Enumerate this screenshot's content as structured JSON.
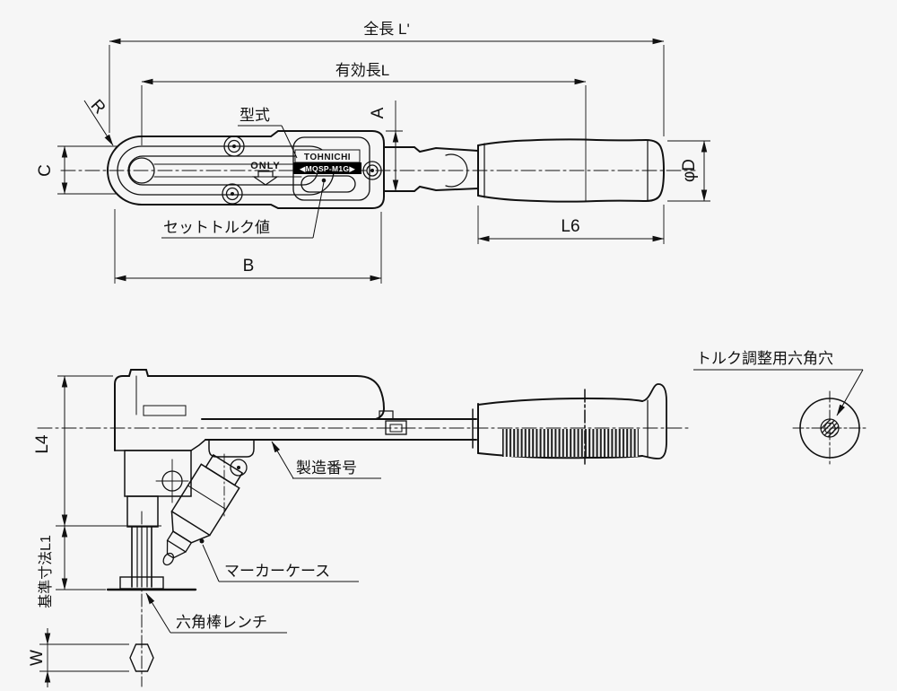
{
  "drawing": {
    "title_hint": "torque wrench dimensional drawing",
    "colors": {
      "line": "#111111",
      "background": "#f6f6f6",
      "label_plate_bg": "#000000",
      "label_plate_text": "#ffffff"
    },
    "top_view": {
      "dim_overall_length": "全長 L'",
      "dim_effective_length": "有効長L",
      "callout_model": "型式",
      "brand": "TOHNICHI",
      "model_code": "◀MQSP-M1G▶",
      "only_marking": "ONLY",
      "callout_set_torque": "セットトルク値",
      "dim_a": "A",
      "dim_b": "B",
      "dim_c": "C",
      "dim_r": "R",
      "dim_l6": "L6",
      "dim_phi_d": "φD"
    },
    "side_view": {
      "callout_torque_adjust_hex": "トルク調整用六角穴",
      "callout_serial_number": "製造番号",
      "callout_marker_case": "マーカーケース",
      "callout_hex_key": "六角棒レンチ",
      "dim_l4": "L4",
      "dim_base_l1": "基準寸法L1",
      "dim_w": "W"
    }
  }
}
